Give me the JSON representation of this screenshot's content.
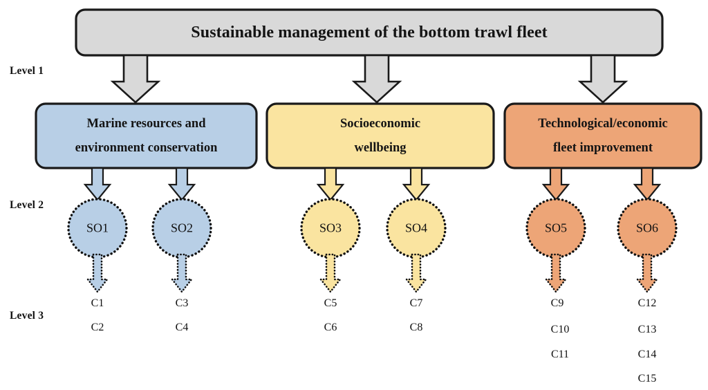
{
  "diagram": {
    "title": "Sustainable management of the bottom trawl fleet",
    "level_labels": [
      {
        "id": "level-1",
        "text": "Level 1"
      },
      {
        "id": "level-2",
        "text": "Level 2"
      },
      {
        "id": "level-3",
        "text": "Level 3"
      }
    ],
    "colors": {
      "goal_fill": "#d9d9d9",
      "blue_fill": "#b8cfe6",
      "yellow_fill": "#fae4a0",
      "orange_fill": "#eda577",
      "stroke": "#1a1a1a",
      "text": "#111111",
      "background": "#ffffff"
    },
    "goal": {
      "id": "goal-box",
      "label": "Sustainable management of the bottom trawl fleet",
      "fill": "#d9d9d9"
    },
    "objectives": [
      {
        "id": "objective-marine",
        "lines": [
          "Marine resources and",
          "environment conservation"
        ],
        "fill": "#b8cfe6"
      },
      {
        "id": "objective-socioeconomic",
        "lines": [
          "Socioeconomic",
          "wellbeing"
        ],
        "fill": "#fae4a0"
      },
      {
        "id": "objective-technological",
        "lines": [
          "Technological/economic",
          "fleet improvement"
        ],
        "fill": "#eda577"
      }
    ],
    "sub_objectives": [
      {
        "id": "so1",
        "label": "SO1",
        "fill": "#b8cfe6",
        "parent": "objective-marine",
        "criteria": [
          "C1",
          "C2"
        ]
      },
      {
        "id": "so2",
        "label": "SO2",
        "fill": "#b8cfe6",
        "parent": "objective-marine",
        "criteria": [
          "C3",
          "C4"
        ]
      },
      {
        "id": "so3",
        "label": "SO3",
        "fill": "#fae4a0",
        "parent": "objective-socioeconomic",
        "criteria": [
          "C5",
          "C6"
        ]
      },
      {
        "id": "so4",
        "label": "SO4",
        "fill": "#fae4a0",
        "parent": "objective-socioeconomic",
        "criteria": [
          "C7",
          "C8"
        ]
      },
      {
        "id": "so5",
        "label": "SO5",
        "fill": "#eda577",
        "parent": "objective-technological",
        "criteria": [
          "C9",
          "C10",
          "C11"
        ]
      },
      {
        "id": "so6",
        "label": "SO6",
        "fill": "#eda577",
        "parent": "objective-technological",
        "criteria": [
          "C12",
          "C13",
          "C14",
          "C15"
        ]
      }
    ]
  }
}
